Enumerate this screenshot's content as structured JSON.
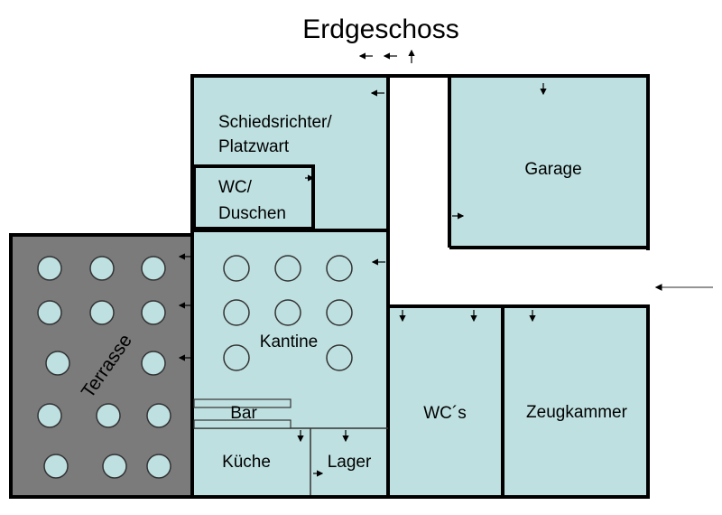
{
  "title": "Erdgeschoss",
  "rooms": {
    "schiedsrichter_line1": "Schiedsrichter/",
    "schiedsrichter_line2": "Platzwart",
    "wc_duschen_line1": "WC/",
    "wc_duschen_line2": "Duschen",
    "garage": "Garage",
    "kantine": "Kantine",
    "bar": "Bar",
    "kueche": "Küche",
    "lager": "Lager",
    "wcs": "WC´s",
    "zeugkammer": "Zeugkammer",
    "terrasse": "Terrasse"
  },
  "colors": {
    "room_fill": "#bfe0e0",
    "terrace_fill": "#7b7b7b",
    "wall": "#000000",
    "table_fill": "#bfe0e0",
    "table_stroke": "#333333",
    "entrance_arrow": "#555555"
  },
  "icons": {
    "door": "arrow",
    "table": "circle"
  }
}
